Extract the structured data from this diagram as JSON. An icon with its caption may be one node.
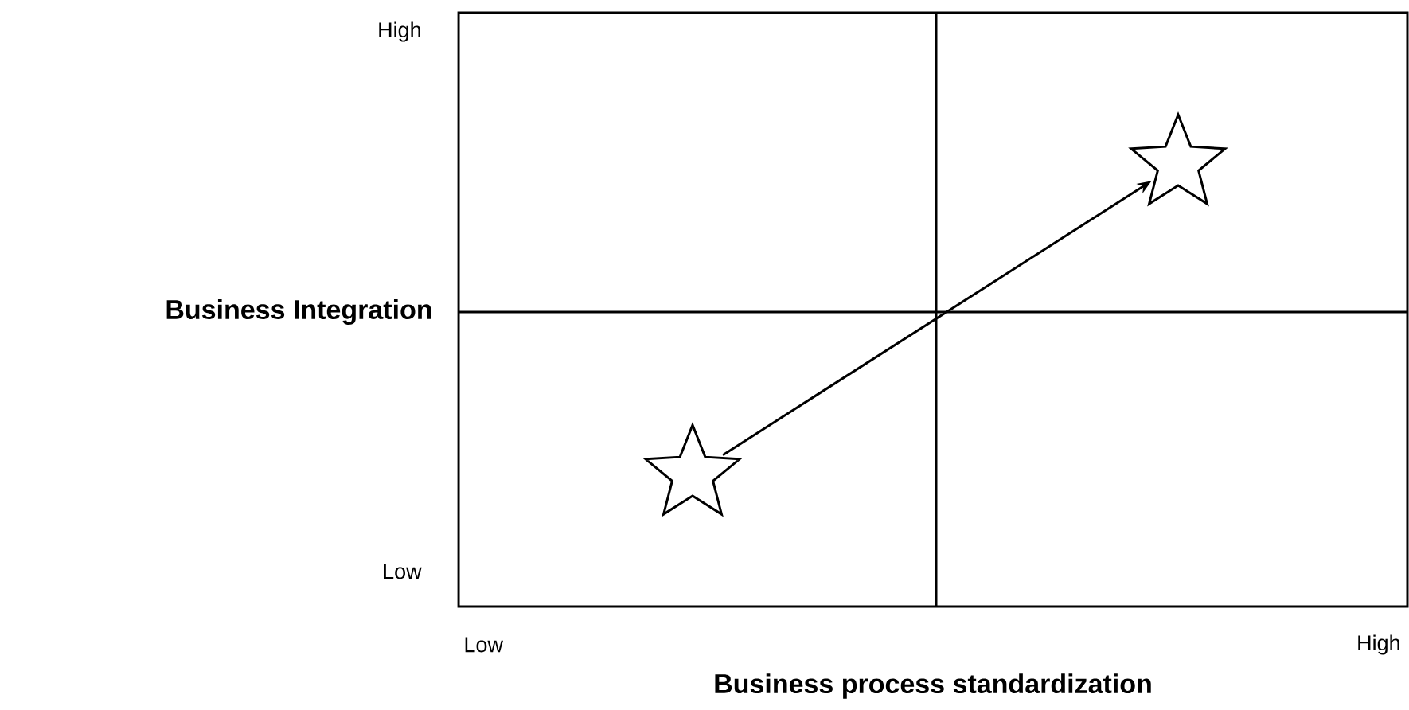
{
  "diagram": {
    "nodes": [
      {
        "text": [],
        "shape": "star"
      },
      {
        "text": [],
        "shape": "star"
      }
    ],
    "edges": [
      {
        "from": 0,
        "to": 1,
        "arrow": "to"
      }
    ],
    "labels": [
      "High",
      "Business Integration",
      "Low",
      "Low",
      "High",
      "Business process standardization"
    ]
  }
}
